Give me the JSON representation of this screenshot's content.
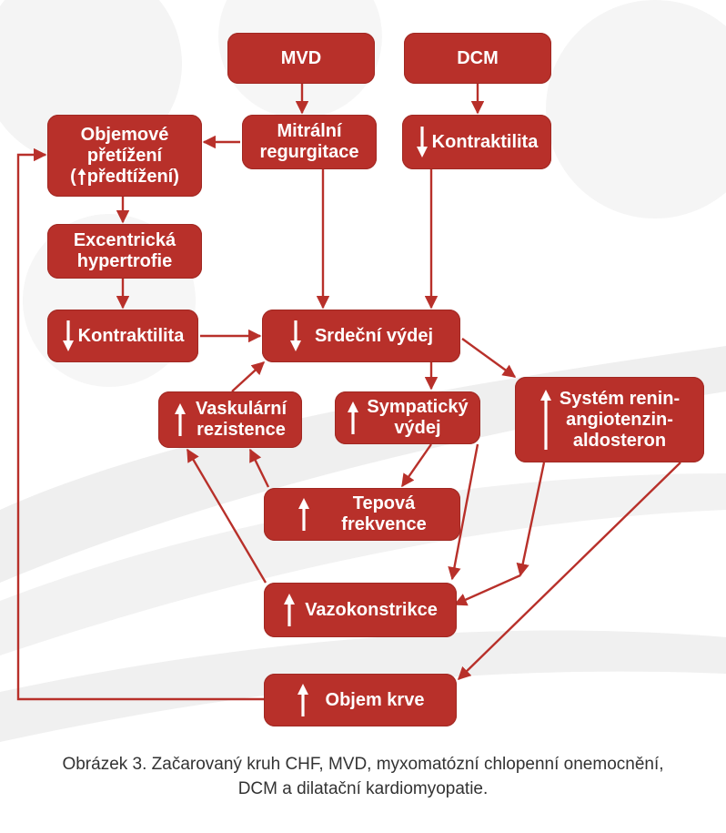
{
  "nodes": {
    "mvd": "MVD",
    "dcm": "DCM",
    "mitral": "Mitrální\nregurgitace",
    "contract_top": "Kontraktilita",
    "volume_overload": {
      "line1": "Objemové",
      "line2": "přetížení",
      "line3_prefix": "(",
      "line3_rest": " předtížení)"
    },
    "eccentric": "Excentrická\nhypertrofie",
    "contract_left": "Kontraktilita",
    "cardiac_output": "Srdeční výdej",
    "vascular": "Vaskulární\nrezistence",
    "sympathetic": "Sympatický\nvýdej",
    "raas": "Systém renin-\nangiotenzin-\naldosteron",
    "heart_rate": "Tepová\nfrekvence",
    "vasoconstriction": "Vazokonstrikce",
    "blood_volume": "Objem krve"
  },
  "caption": {
    "line1": "Obrázek 3. Začarovaný kruh CHF, MVD, myxomatózní chlopenní onemocnění,",
    "line2": "DCM a dilatační kardiomyopatie."
  },
  "colors": {
    "box": "#b8302a",
    "arrow": "#b8302a",
    "text": "#ffffff",
    "caption": "#333333"
  },
  "icons": {
    "increase": "up-arrow-icon",
    "decrease": "down-arrow-icon"
  }
}
